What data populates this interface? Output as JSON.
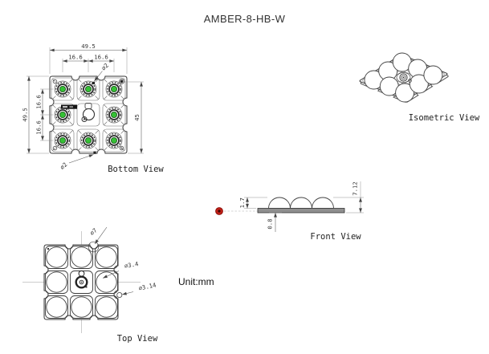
{
  "title": "AMBER-8-HB-W",
  "unit_label": "Unit:mm",
  "colors": {
    "line": "#3a3a3a",
    "led_green": "#35c135",
    "marker_red": "#c32017",
    "board_gray": "#8f8f8f"
  },
  "views": {
    "bottom_view": {
      "label": "Bottom View",
      "dimensions": {
        "overall_width": "49.5",
        "col_pitch_left": "16.6",
        "col_pitch_right": "16.6",
        "overall_height": "49.5",
        "row_pitch_top": "16.6",
        "row_pitch_bottom": "16.6",
        "inner_height": "45",
        "hole_top": "∅2",
        "hole_bottom": "∅2"
      }
    },
    "isometric_view": {
      "label": "Isometric View"
    },
    "front_view": {
      "label": "Front View",
      "dimensions": {
        "lens_height": "1.7",
        "board_thickness": "0.8",
        "overall_height": "7.12"
      }
    },
    "top_view": {
      "label": "Top View",
      "dimensions": {
        "lens_pocket_diameter": "∅7",
        "center_hole_diameter": "∅3.4",
        "mount_hole_diameter": "∅3.14"
      }
    }
  }
}
